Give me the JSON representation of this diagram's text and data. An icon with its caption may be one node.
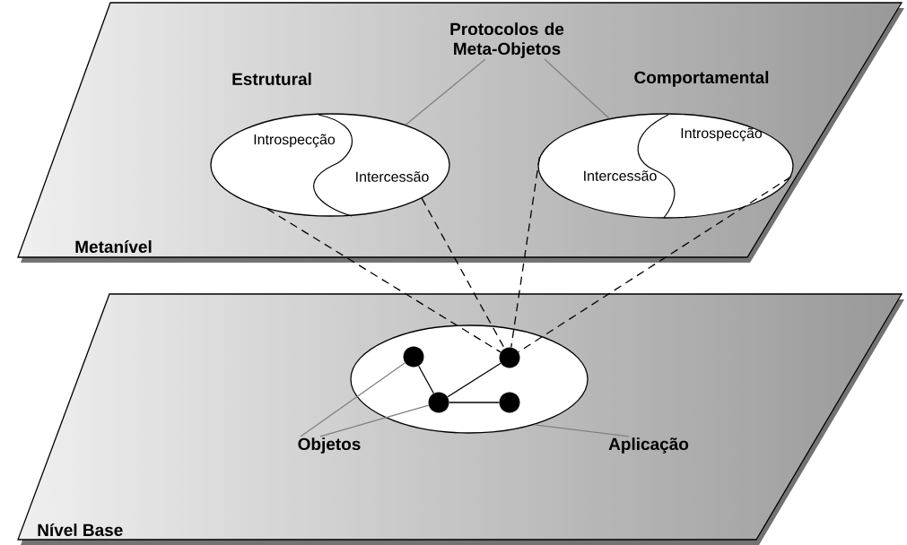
{
  "diagram": {
    "nodes": [
      {
        "text": [
          "Metanível"
        ]
      },
      {
        "text": [
          "Estrutural",
          "Introspecção",
          "Intercessão"
        ],
        "in": 0
      },
      {
        "text": [
          "Comportamental",
          "Introspecção",
          "Intercessão"
        ],
        "in": 0
      },
      {
        "text": [
          "Protocolos de Meta-Objetos"
        ],
        "in": 0
      },
      {
        "text": [
          "Nível Base"
        ]
      },
      {
        "text": [],
        "shape": "ellipse",
        "in": 4
      },
      {
        "text": [],
        "shape": "circle",
        "in": 5
      },
      {
        "text": [],
        "shape": "circle",
        "in": 5
      },
      {
        "text": [],
        "shape": "circle",
        "in": 5
      },
      {
        "text": [],
        "shape": "circle",
        "in": 5
      },
      {
        "text": [
          "Objetos"
        ],
        "in": 4
      },
      {
        "text": [
          "Aplicação"
        ],
        "in": 4
      }
    ],
    "edges": [
      {
        "from": 3,
        "to": 1,
        "arrow": "none",
        "color": "#808080"
      },
      {
        "from": 3,
        "to": 2,
        "arrow": "none",
        "color": "#808080"
      },
      {
        "from": 1,
        "to": 7,
        "arrow": "none",
        "style": "dashed"
      },
      {
        "from": 1,
        "to": 7,
        "arrow": "none",
        "style": "dashed"
      },
      {
        "from": 2,
        "to": 7,
        "arrow": "none",
        "style": "dashed"
      },
      {
        "from": 2,
        "to": 7,
        "arrow": "none",
        "style": "dashed"
      },
      {
        "from": 6,
        "to": 8,
        "arrow": "none"
      },
      {
        "from": 8,
        "to": 7,
        "arrow": "none"
      },
      {
        "from": 8,
        "to": 9,
        "arrow": "none"
      },
      {
        "from": 10,
        "to": 6,
        "arrow": "none",
        "color": "#808080"
      },
      {
        "from": 10,
        "to": 8,
        "arrow": "none",
        "color": "#808080"
      },
      {
        "from": 11,
        "to": 5,
        "arrow": "none",
        "color": "#808080"
      }
    ]
  }
}
